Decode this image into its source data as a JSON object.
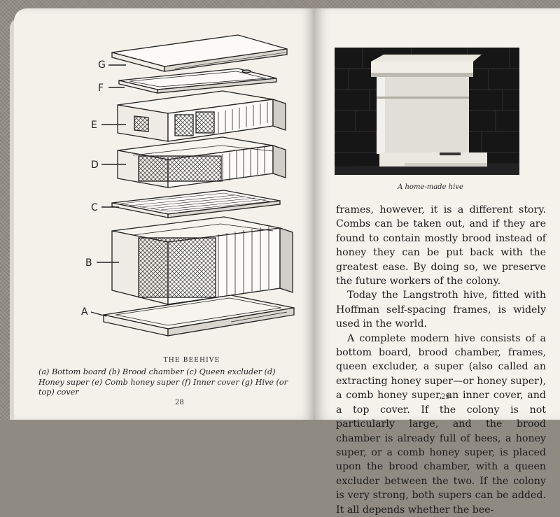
{
  "left_page": {
    "figure_labels": [
      "G",
      "F",
      "E",
      "D",
      "C",
      "B",
      "A"
    ],
    "caption_title": "THE BEEHIVE",
    "caption_text": "(a) Bottom board (b) Brood chamber (c) Queen excluder (d) Honey super (e) Comb honey super (f) Inner cover (g) Hive (or top) cover",
    "page_number": "28"
  },
  "right_page": {
    "photo_caption": "A home-made hive",
    "paragraphs": [
      "frames, however, it is a different story. Combs can be taken out, and if they are found to contain mostly brood instead of honey they can be put back with the greatest ease. By doing so, we preserve the future workers of the colony.",
      "Today the Langstroth hive, fitted with Hoffman self-spacing frames, is widely used in the world.",
      "A complete modern hive consists of a bottom board, brood chamber, frames, queen excluder, a super (also called an extracting honey super—or honey super), a comb honey super, an inner cover, and a top cover. If the colony is not particularly large, and the brood chamber is already full of bees, a honey super, or a comb honey super, is placed upon the brood chamber, with a queen excluder between the two. If the colony is very strong, both supers can be added. It all depends whether the bee-"
    ],
    "page_number": "29"
  }
}
